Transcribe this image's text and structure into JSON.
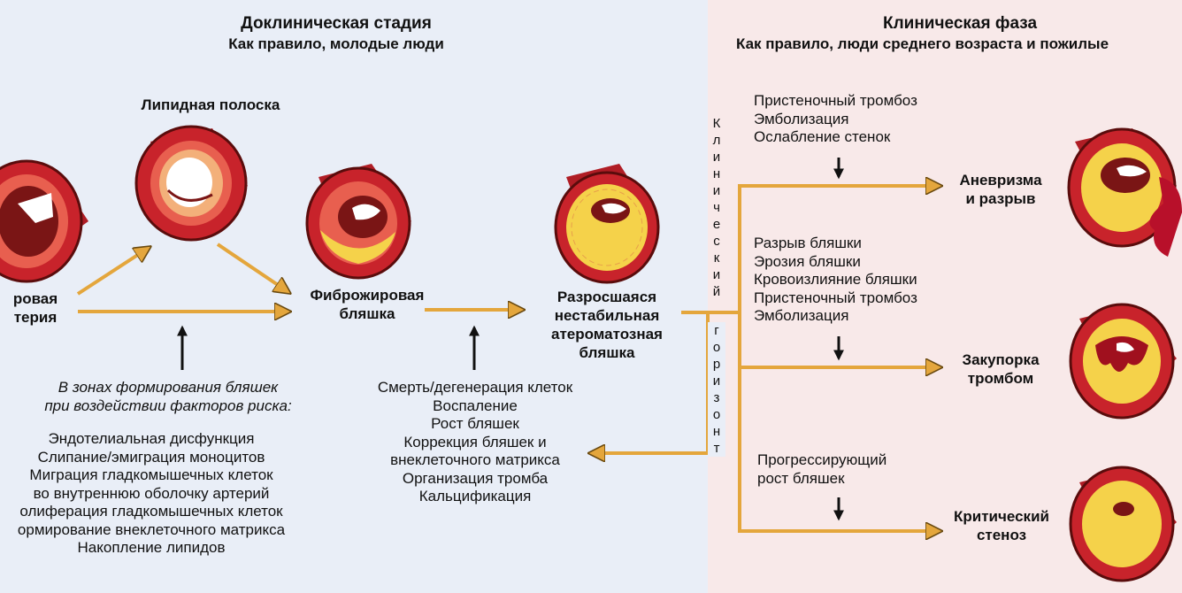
{
  "preclinical": {
    "title": "Доклиническая стадия",
    "subtitle": "Как правило, молодые люди"
  },
  "clinical": {
    "title": "Клиническая фаза",
    "subtitle": "Как правило, люди среднего возраста и пожилые"
  },
  "stages": {
    "normal_artery": [
      "ровая",
      "терия"
    ],
    "lipid_streak": "Липидная полоска",
    "fibrofatty_plaque": [
      "Фиброжировая",
      "бляшка"
    ],
    "unstable_plaque": [
      "Разросшаяся",
      "нестабильная",
      "атероматозная",
      "бляшка"
    ]
  },
  "risk_factors": {
    "intro": [
      "В зонах формирования бляшек",
      "при воздействии факторов риска:"
    ],
    "items": [
      "Эндотелиальная дисфункция",
      "Слипание/эмиграция моноцитов",
      "Миграция гладкомышечных клеток",
      "во внутреннюю оболочку артерий",
      "олиферация гладкомышечных клеток",
      "ормирование внеклеточного матрикса",
      "Накопление липидов"
    ]
  },
  "plaque_processes": [
    "Смерть/дегенерация клеток",
    "Воспаление",
    "Рост бляшек",
    "Коррекция бляшек и",
    "внеклеточного матрикса",
    "Организация тромба",
    "Кальцификация"
  ],
  "clinical_horizon": {
    "word1": [
      "К",
      "л",
      "и",
      "н",
      "и",
      "ч",
      "е",
      "с",
      "к",
      "и",
      "й"
    ],
    "word2": [
      "г",
      "о",
      "р",
      "и",
      "з",
      "о",
      "н",
      "т"
    ]
  },
  "outcomes": [
    {
      "causes": [
        "Пристеночный тромбоз",
        "Эмболизация",
        "Ослабление стенок"
      ],
      "result": [
        "Аневризма",
        "и разрыв"
      ]
    },
    {
      "causes": [
        "Разрыв бляшки",
        "Эрозия бляшки",
        "Кровоизлияние бляшки",
        "Пристеночный тромбоз",
        "Эмболизация"
      ],
      "result": [
        "Закупорка",
        "тромбом"
      ]
    },
    {
      "causes": [
        "Прогрессирующий",
        "рост бляшек"
      ],
      "result": [
        "Критический",
        "стеноз"
      ]
    }
  ],
  "colors": {
    "artery_outer": "#c8232b",
    "artery_inner": "#e85f4f",
    "plaque": "#f5d24a",
    "arrow": "#e4a63c",
    "left_bg": "#e9eef7",
    "right_bg": "#f8e9e9"
  }
}
